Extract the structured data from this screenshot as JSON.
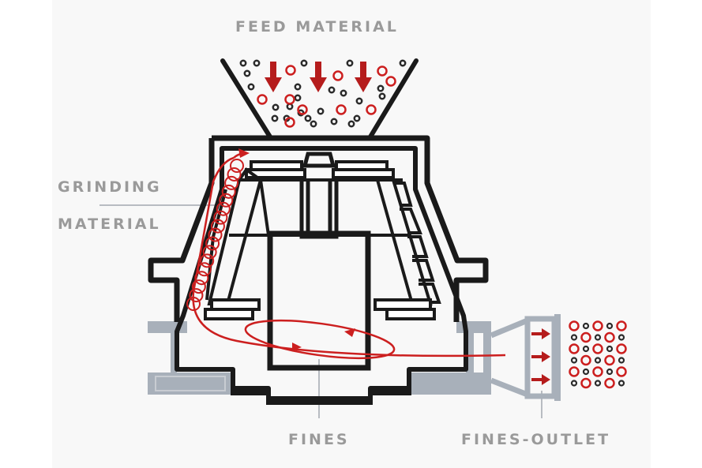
{
  "diagram": {
    "labels": {
      "feed_material": "FEED MATERIAL",
      "grinding_line1": "GRINDING",
      "grinding_line2": "MATERIAL",
      "fines": "FINES",
      "fines_outlet": "FINES-OUTLET"
    },
    "colors": {
      "background_panel": "#f8f8f8",
      "structure": "#1a1a1a",
      "housing_gray": "#a8b0ba",
      "flow_red": "#cc1f1f",
      "label_gray": "#9a9a9a",
      "particle_dark": "#2a2a2a"
    },
    "flow": {
      "feed_arrow_count": 3,
      "outlet_arrow_count": 3
    }
  }
}
